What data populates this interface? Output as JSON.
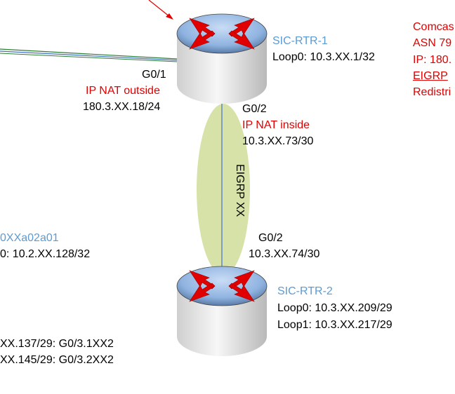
{
  "routers": [
    {
      "name": "SIC-RTR-1",
      "loopbacks": [
        "Loop0: 10.3.XX.1/32"
      ]
    },
    {
      "name": "SIC-RTR-2",
      "loopbacks": [
        "Loop0: 10.3.XX.209/29",
        "Loop1: 10.3.XX.217/29"
      ]
    }
  ],
  "rtr1_g01": {
    "iface": "G0/1",
    "nat": "IP NAT outside",
    "ip": "180.3.XX.18/24"
  },
  "rtr1_g02": {
    "iface": "G0/2",
    "nat": "IP NAT inside",
    "ip": "10.3.XX.73/30"
  },
  "rtr2_g02": {
    "iface": "G0/2",
    "ip": "10.3.XX.74/30"
  },
  "eigrp_label": "EIGRP XX",
  "isp_partial": [
    "Comcas",
    "ASN 79",
    "IP: 180.",
    "EIGRP",
    "Redistri"
  ],
  "left_partial": {
    "name": "0XXa02a01",
    "loop": "0: 10.2.XX.128/32",
    "sub1": "XX.137/29: G0/3.1XX2",
    "sub2": "XX.145/29: G0/3.2XX2"
  },
  "colors": {
    "router_name": "#5b9bd5",
    "nat_text": "#e00000",
    "eigrp_area": "#d6e2a8",
    "link": "#4472c4",
    "router_top": "#8fb3e0",
    "arrow": "#e00000"
  }
}
